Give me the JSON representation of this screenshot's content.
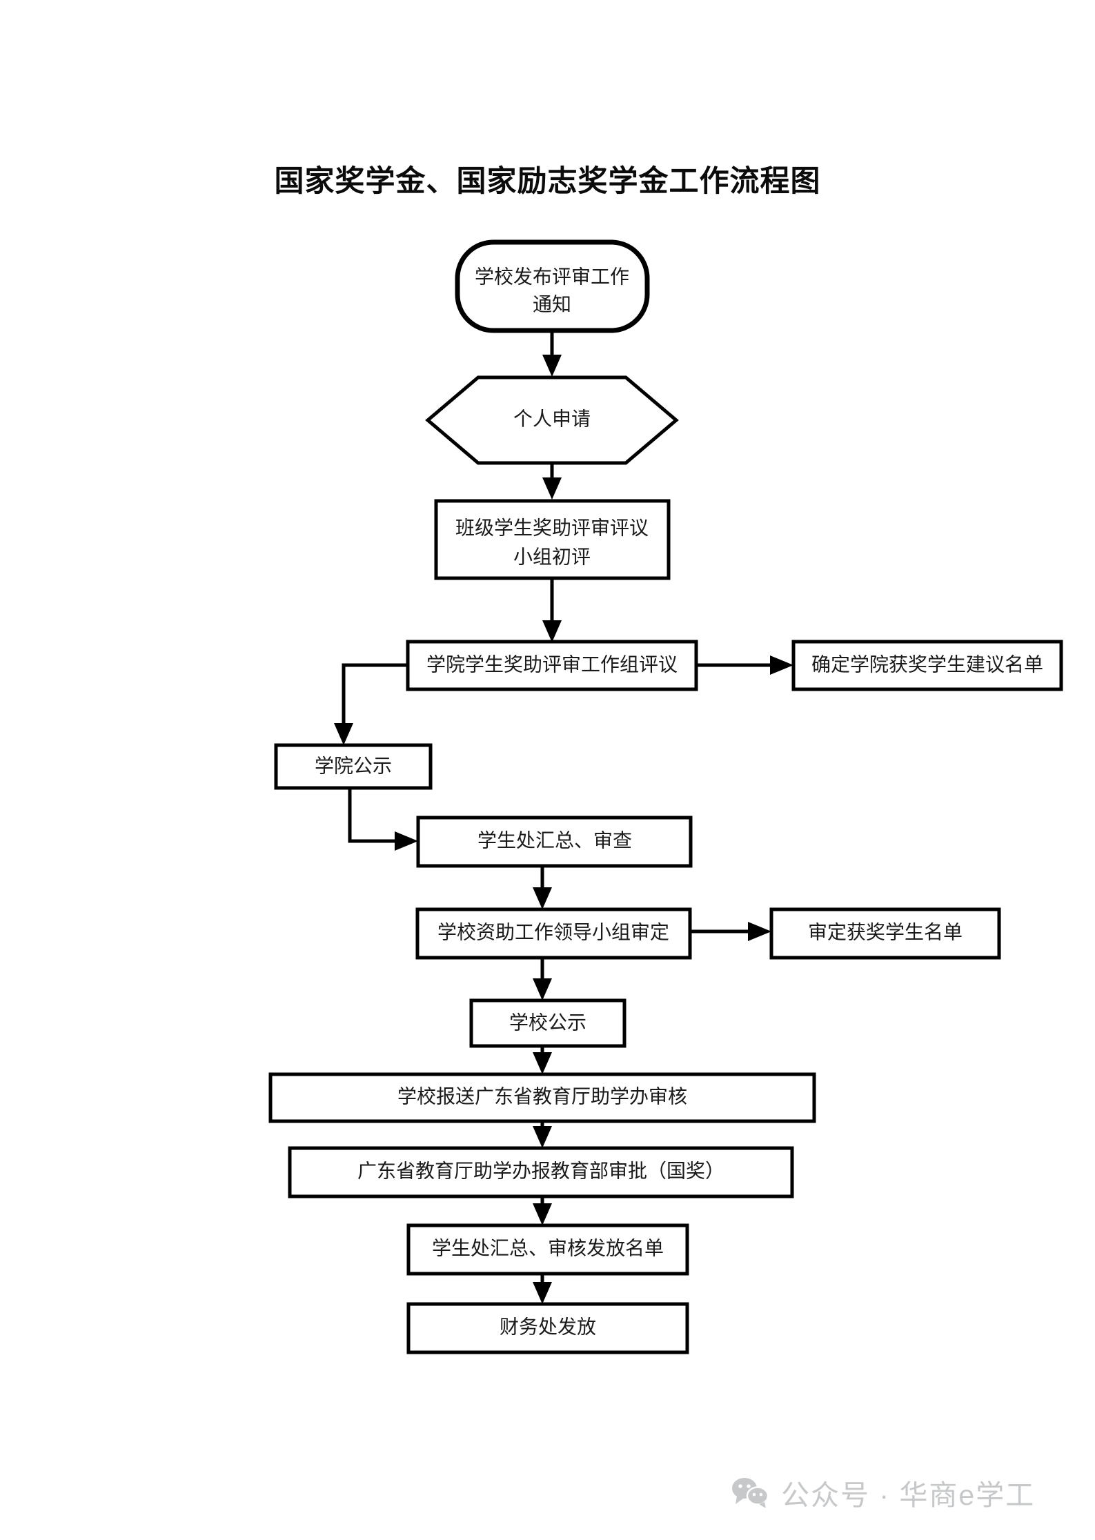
{
  "page": {
    "title": "国家奖学金、国家励志奖学金工作流程图",
    "background_color": "#ffffff",
    "line_color": "#000000",
    "text_color": "#1a1a1a",
    "watermark_color": "#c6c8ca"
  },
  "flowchart": {
    "type": "flowchart",
    "orientation": "top-to-bottom",
    "nodes": [
      {
        "id": "n1",
        "shape": "rounded-rectangle",
        "label_line1": "学校发布评审工作",
        "label_line2": "通知",
        "label": "学校发布评审工作通知"
      },
      {
        "id": "n2",
        "shape": "hexagon",
        "label": "个人申请"
      },
      {
        "id": "n3",
        "shape": "rectangle",
        "label_line1": "班级学生奖助评审评议",
        "label_line2": "小组初评",
        "label": "班级学生奖助评审评议小组初评"
      },
      {
        "id": "n4",
        "shape": "rectangle",
        "label": "学院学生奖助评审工作组评议"
      },
      {
        "id": "n4b",
        "shape": "rectangle",
        "label": "确定学院获奖学生建议名单"
      },
      {
        "id": "n5",
        "shape": "rectangle",
        "label": "学院公示"
      },
      {
        "id": "n6",
        "shape": "rectangle",
        "label": "学生处汇总、审查"
      },
      {
        "id": "n7",
        "shape": "rectangle",
        "label": "学校资助工作领导小组审定"
      },
      {
        "id": "n7b",
        "shape": "rectangle",
        "label": "审定获奖学生名单"
      },
      {
        "id": "n8",
        "shape": "rectangle",
        "label": "学校公示"
      },
      {
        "id": "n9",
        "shape": "rectangle",
        "label": "学校报送广东省教育厅助学办审核"
      },
      {
        "id": "n10",
        "shape": "rectangle",
        "label": "广东省教育厅助学办报教育部审批（国奖）"
      },
      {
        "id": "n11",
        "shape": "rectangle",
        "label": "学生处汇总、审核发放名单"
      },
      {
        "id": "n12",
        "shape": "rectangle",
        "label": "财务处发放"
      }
    ],
    "edges": [
      {
        "from": "n1",
        "to": "n2",
        "style": "arrow-down"
      },
      {
        "from": "n2",
        "to": "n3",
        "style": "arrow-down"
      },
      {
        "from": "n3",
        "to": "n4",
        "style": "arrow-down"
      },
      {
        "from": "n4",
        "to": "n4b",
        "style": "arrow-right"
      },
      {
        "from": "n4",
        "to": "n5",
        "style": "elbow-left-down"
      },
      {
        "from": "n5",
        "to": "n6",
        "style": "elbow-down-right"
      },
      {
        "from": "n6",
        "to": "n7",
        "style": "arrow-down"
      },
      {
        "from": "n7",
        "to": "n7b",
        "style": "arrow-right"
      },
      {
        "from": "n7",
        "to": "n8",
        "style": "arrow-down"
      },
      {
        "from": "n8",
        "to": "n9",
        "style": "arrow-down"
      },
      {
        "from": "n9",
        "to": "n10",
        "style": "arrow-down"
      },
      {
        "from": "n10",
        "to": "n11",
        "style": "arrow-down"
      },
      {
        "from": "n11",
        "to": "n12",
        "style": "arrow-down"
      }
    ]
  },
  "footer": {
    "icon": "wechat-icon",
    "text": "公众号 · 华商e学工"
  }
}
